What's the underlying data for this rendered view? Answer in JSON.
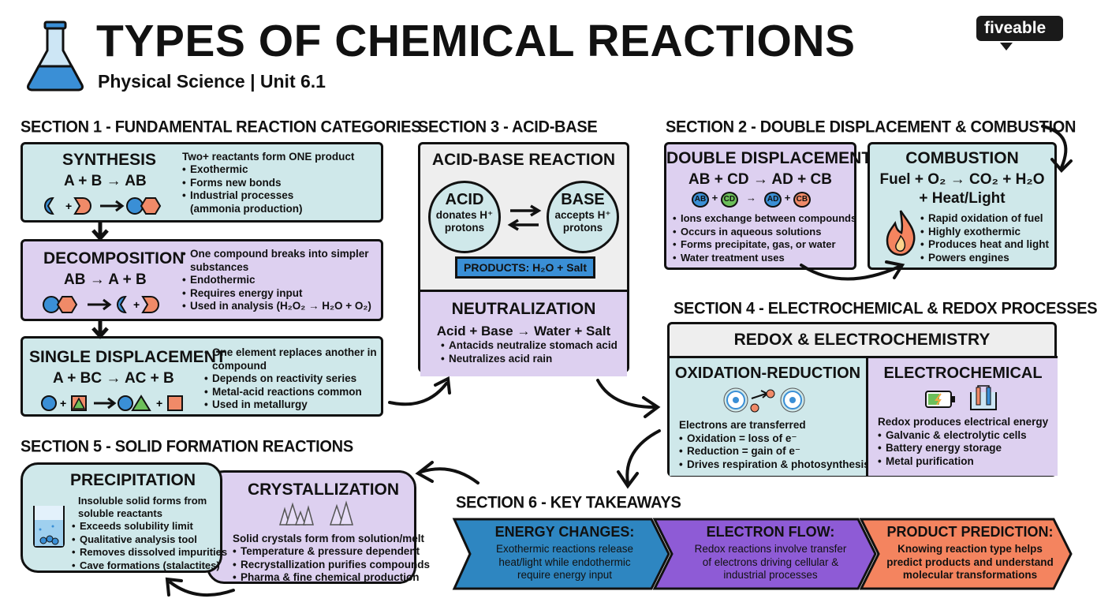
{
  "header": {
    "title": "TYPES OF CHEMICAL REACTIONS",
    "subtitle": "Physical Science | Unit 6.1",
    "brand": "fiveable",
    "icon": "flask-icon"
  },
  "section1": {
    "title": "SECTION 1 - FUNDAMENTAL REACTION CATEGORIES",
    "synthesis": {
      "name": "SYNTHESIS",
      "equation": "A + B → AB",
      "intro": "Two+ reactants form ONE product",
      "bullets": [
        "Exothermic",
        "Forms new bonds",
        "Industrial processes",
        "(ammonia production)"
      ]
    },
    "decomposition": {
      "name": "DECOMPOSITION",
      "equation": "AB → A + B",
      "bullets": [
        "One compound breaks into simpler",
        "substances",
        "Endothermic",
        "Requires energy input",
        "Used in analysis (H₂O₂ → H₂O + O₂)"
      ]
    },
    "single": {
      "name": "SINGLE DISPLACEMENT",
      "equation": "A + BC → AC + B",
      "bullets": [
        "One element replaces another in",
        "compound",
        "Depends on reactivity series",
        "Metal-acid reactions common",
        "Used in metallurgy"
      ]
    }
  },
  "section3": {
    "title": "SECTION 3 - ACID-BASE",
    "heading": "ACID-BASE REACTION",
    "acid": {
      "label": "ACID",
      "line1": "donates H⁺",
      "line2": "protons"
    },
    "base": {
      "label": "BASE",
      "line1": "accepts H⁺",
      "line2": "protons"
    },
    "products": "PRODUCTS: H₂O + Salt",
    "neutralization": {
      "name": "NEUTRALIZATION",
      "equation": "Acid + Base → Water + Salt",
      "bullets": [
        "Antacids neutralize stomach acid",
        "Neutralizes acid rain"
      ]
    }
  },
  "section2": {
    "title": "SECTION 2 - DOUBLE DISPLACEMENT & COMBUSTION",
    "double": {
      "name": "DOUBLE DISPLACEMENT",
      "equation": "AB + CD → AD + CB",
      "chips": [
        "AB",
        "CD",
        "AD",
        "CB"
      ],
      "bullets": [
        "Ions exchange between compounds",
        "Occurs in aqueous solutions",
        "Forms precipitate, gas, or water",
        "Water treatment uses"
      ]
    },
    "combustion": {
      "name": "COMBUSTION",
      "equation1": "Fuel + O₂ → CO₂ + H₂O",
      "equation2": "+ Heat/Light",
      "bullets": [
        "Rapid oxidation of fuel",
        "Highly exothermic",
        "Produces heat and light",
        "Powers engines"
      ]
    }
  },
  "section4": {
    "title": "SECTION 4 - ELECTROCHEMICAL & REDOX PROCESSES",
    "heading": "REDOX & ELECTROCHEMISTRY",
    "redox": {
      "name": "OXIDATION-REDUCTION",
      "intro": "Electrons are transferred",
      "bullets": [
        "Oxidation = loss of e⁻",
        "Reduction = gain of e⁻",
        "Drives respiration & photosynthesis"
      ]
    },
    "electro": {
      "name": "ELECTROCHEMICAL",
      "intro": "Redox produces electrical energy",
      "bullets": [
        "Galvanic & electrolytic cells",
        "Battery energy storage",
        "Metal purification"
      ]
    }
  },
  "section5": {
    "title": "SECTION 5 - SOLID FORMATION REACTIONS",
    "precipitation": {
      "name": "PRECIPITATION",
      "intro1": "Insoluble solid forms from",
      "intro2": "soluble reactants",
      "bullets": [
        "Exceeds solubility limit",
        "Qualitative analysis tool",
        "Removes dissolved impurities",
        "Cave formations (stalactites)"
      ]
    },
    "crystallization": {
      "name": "CRYSTALLIZATION",
      "intro": "Solid crystals form from solution/melt",
      "bullets": [
        "Temperature & pressure dependent",
        "Recrystallization purifies compounds",
        "Pharma & fine chemical production"
      ]
    }
  },
  "section6": {
    "title": "SECTION 6 - KEY TAKEAWAYS",
    "items": [
      {
        "title": "ENERGY CHANGES:",
        "lines": [
          "Exothermic reactions release",
          "heat/light while endothermic",
          "require energy input"
        ],
        "color": "#2e86c1"
      },
      {
        "title": "ELECTRON FLOW:",
        "lines": [
          "Redox reactions involve transfer",
          "of electrons driving cellular &",
          "industrial processes"
        ],
        "color": "#8e5bd6"
      },
      {
        "title": "PRODUCT PREDICTION:",
        "lines": [
          "Knowing reaction type helps",
          "predict products and understand",
          "molecular transformations"
        ],
        "color": "#f4845f"
      }
    ]
  },
  "colors": {
    "teal": "#cfe8ea",
    "lavender": "#ddd0f0",
    "blue": "#2e86c1",
    "purple": "#8e5bd6",
    "orange": "#f4845f",
    "brand": "#1a1a1a"
  }
}
